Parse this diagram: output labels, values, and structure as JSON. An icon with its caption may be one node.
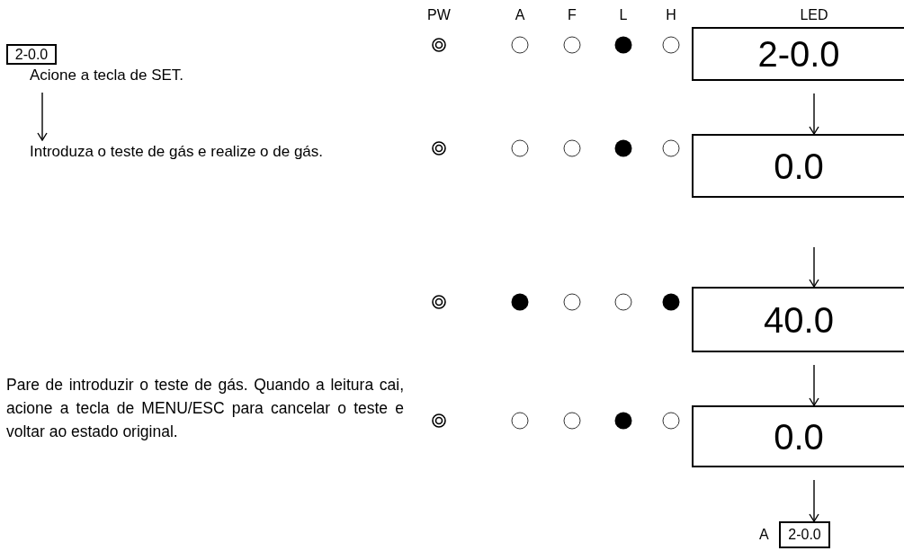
{
  "diagram": {
    "nodes": [
      {
        "text": [
          "2-0.0"
        ]
      },
      {
        "text": [
          "Acione a tecla de SET."
        ]
      },
      {
        "text": [
          "Introduza o teste de gás e realize o de gás."
        ]
      },
      {
        "text": [
          "2-0.0"
        ]
      },
      {
        "text": [
          "0.0"
        ]
      },
      {
        "text": [
          "40.0"
        ]
      },
      {
        "text": [
          "0.0"
        ]
      },
      {
        "text": [
          "2-0.0"
        ],
        "beside": [
          "A"
        ]
      }
    ],
    "edges": [
      {
        "from": 1,
        "to": 2,
        "arrow": "to"
      },
      {
        "from": 3,
        "to": 4,
        "arrow": "to"
      },
      {
        "from": null,
        "to": 5,
        "arrow": "to"
      },
      {
        "from": 5,
        "to": 6,
        "arrow": "to"
      },
      {
        "from": 6,
        "to": 7,
        "arrow": "to"
      }
    ],
    "labels": [
      "PW",
      "A",
      "F",
      "L",
      "H",
      "LED",
      "Pare de introduzir o teste de gás. Quando a leitura cai, acione a tecla de MENU/ESC para cancelar o teste e voltar ao estado original."
    ]
  }
}
